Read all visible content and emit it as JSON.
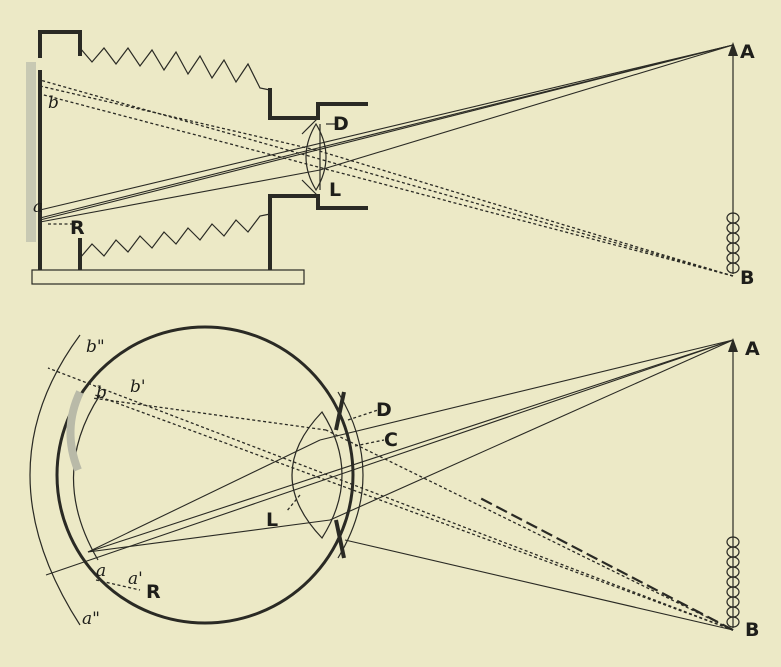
{
  "camera": {
    "labels": {
      "A": "A",
      "B": "B",
      "D": "D",
      "L": "L",
      "R": "R",
      "a": "a",
      "b": "b"
    }
  },
  "eye": {
    "labels": {
      "A": "A",
      "B": "B",
      "D": "D",
      "C": "C",
      "L": "L",
      "R": "R",
      "a": "a",
      "a_prime": "a'",
      "a_double": "a\"",
      "b": "b",
      "b_prime": "b'",
      "b_double": "b\""
    }
  },
  "colors": {
    "paper": "#ece9c6",
    "ink": "#2a2a24"
  }
}
